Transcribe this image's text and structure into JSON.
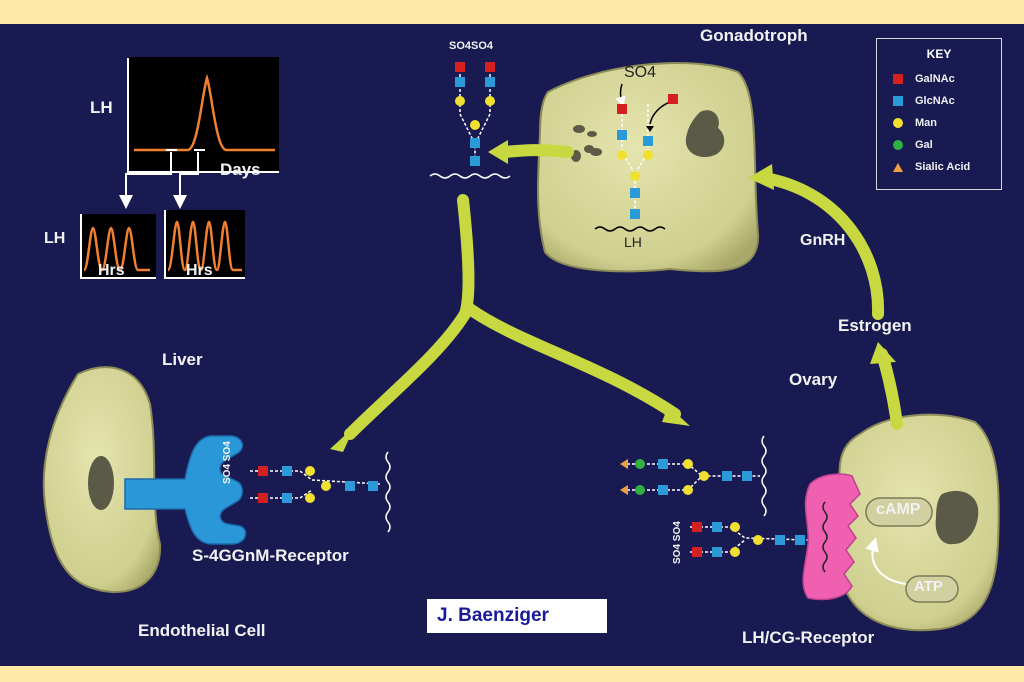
{
  "labels": {
    "gonadotroph": "Gonadotroph",
    "so4_top": "SO4SO4",
    "so4_cell": "SO4",
    "lh_cell": "LH",
    "lh_axis_main": "LH",
    "days": "Days",
    "lh_axis_small": "LH",
    "hrs_left": "Hrs",
    "hrs_right": "Hrs",
    "gnrh": "GnRH",
    "estrogen": "Estrogen",
    "ovary": "Ovary",
    "liver": "Liver",
    "receptor_liver": "S-4GGnM-Receptor",
    "endothelial": "Endothelial Cell",
    "camp": "cAMP",
    "atp": "ATP",
    "lhcg_receptor": "LH/CG-Receptor",
    "so4_liver": "SO4 SO4",
    "so4_ovary": "SO4 SO4",
    "credit": "J. Baenziger"
  },
  "key": {
    "title": "KEY",
    "items": [
      {
        "label": "GalNAc",
        "color": "#d42020",
        "shape": "square"
      },
      {
        "label": "GlcNAc",
        "color": "#2a9ad8",
        "shape": "square"
      },
      {
        "label": "Man",
        "color": "#f2e030",
        "shape": "circle"
      },
      {
        "label": "Gal",
        "color": "#30b040",
        "shape": "circle"
      },
      {
        "label": "Sialic Acid",
        "color": "#f0a040",
        "shape": "triangle"
      }
    ]
  },
  "colors": {
    "background": "#1a1a52",
    "frame": "#ffe9a8",
    "cell": "#d8d89a",
    "arrow": "#c8d840",
    "receptor_liver": "#2a98d8",
    "receptor_ovary": "#f060b0",
    "curve": "#f08030"
  }
}
